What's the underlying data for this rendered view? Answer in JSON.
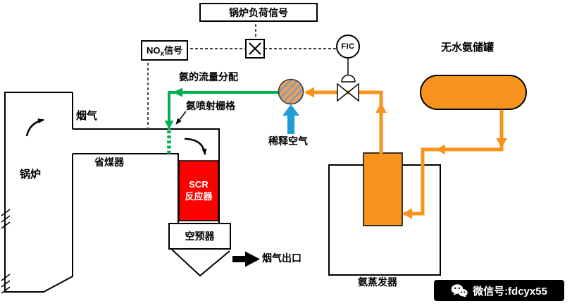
{
  "colors": {
    "pipe_orange": "#F7941D",
    "scr_red": "#FF0000",
    "ammonia_green": "#00B050",
    "dilution_blue": "#1E9CD6",
    "line_black": "#000000",
    "watermark_bg": "#000000"
  },
  "signal_flow": {
    "boiler_load_signal": "锅炉负荷信号",
    "nox_signal_prefix": "NO",
    "nox_signal_sub": "x",
    "nox_signal_suffix": "信号",
    "flow_controller": "FIC"
  },
  "labels": {
    "ammonia_flow_distribution": "氨的流量分配",
    "ammonia_injection_grid": "氨喷射栅格",
    "dilution_air": "稀释空气",
    "ammonia_tank": "无水氨储罐",
    "flue_gas": "烟气",
    "boiler": "锅炉",
    "economizer": "省煤器",
    "scr_line1": "SCR",
    "scr_line2": "反应器",
    "air_preheater": "空预器",
    "flue_gas_outlet": "烟气出口",
    "ammonia_evaporator": "氨蒸发器"
  },
  "watermark": {
    "wechat_id": "微信号:fdcyx55"
  }
}
